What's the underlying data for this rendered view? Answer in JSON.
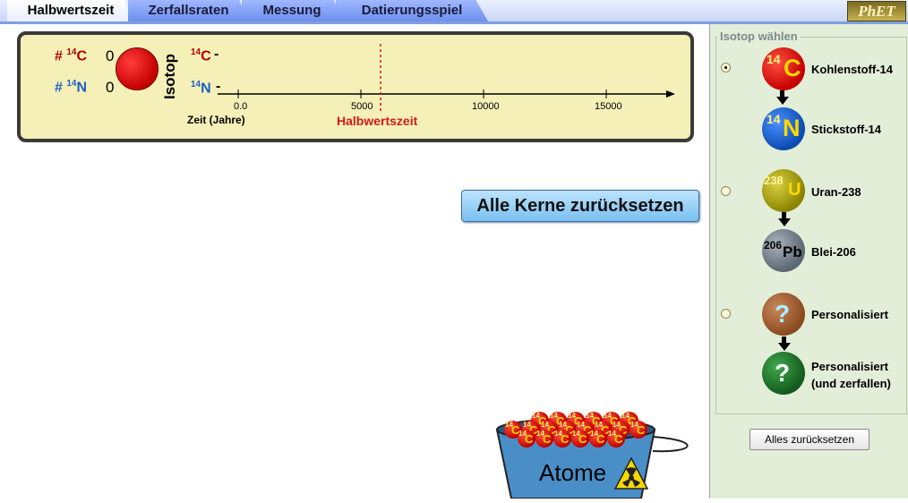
{
  "tabs": [
    {
      "label": "Halbwertszeit",
      "active": true
    },
    {
      "label": "Zerfallsraten",
      "active": false
    },
    {
      "label": "Messung",
      "active": false
    },
    {
      "label": "Datierungsspiel",
      "active": false
    }
  ],
  "logo": "PhET",
  "half_life_panel": {
    "parent_count_label": {
      "prefix": "# ",
      "mass": "14",
      "symbol": "C"
    },
    "parent_count_value": "0",
    "daughter_count_label": {
      "prefix": "# ",
      "mass": "14",
      "symbol": "N"
    },
    "daughter_count_value": "0",
    "isotope_axis_label": "Isotop",
    "axis_parent": {
      "mass": "14",
      "symbol": "C",
      "dash": "-"
    },
    "axis_daughter": {
      "mass": "14",
      "symbol": "N",
      "dash": "-"
    },
    "x_ticks": [
      "0.0",
      "5000",
      "10000",
      "15000"
    ],
    "x_label": "Zeit (Jahre)",
    "half_life_label": "Halbwertszeit",
    "half_life_value_years": 5730
  },
  "reset_nuclei_button": "Alle Kerne zurücksetzen",
  "bucket_label": "Atome",
  "bucket_atom": {
    "mass": "14",
    "symbol": "C"
  },
  "isotope_selector": {
    "title": "Isotop wählen",
    "options": [
      {
        "selected": true,
        "parent": {
          "name": "Kohlenstoff-14",
          "mass": "14",
          "symbol": "C"
        },
        "daughter": {
          "name": "Stickstoff-14",
          "mass": "14",
          "symbol": "N"
        }
      },
      {
        "selected": false,
        "parent": {
          "name": "Uran-238",
          "mass": "238",
          "symbol": "U"
        },
        "daughter": {
          "name": "Blei-206",
          "mass": "206",
          "symbol": "Pb"
        }
      },
      {
        "selected": false,
        "parent": {
          "name": "Personalisiert",
          "mass": "",
          "symbol": "?"
        },
        "daughter": {
          "name_line1": "Personalisiert",
          "name_line2": "(und zerfallen)",
          "mass": "",
          "symbol": "?"
        }
      }
    ]
  },
  "reset_all_button": "Alles zurücksetzen",
  "colors": {
    "tab_blue": "#6d8fee",
    "panel_yellow": "#f5f0b8",
    "half_life_red": "#d21a1a",
    "carbon_red": "#c40000",
    "nitrogen_blue": "#1b5fc4",
    "side_green": "#e3eed8",
    "button_blue": "#79c0f0"
  }
}
